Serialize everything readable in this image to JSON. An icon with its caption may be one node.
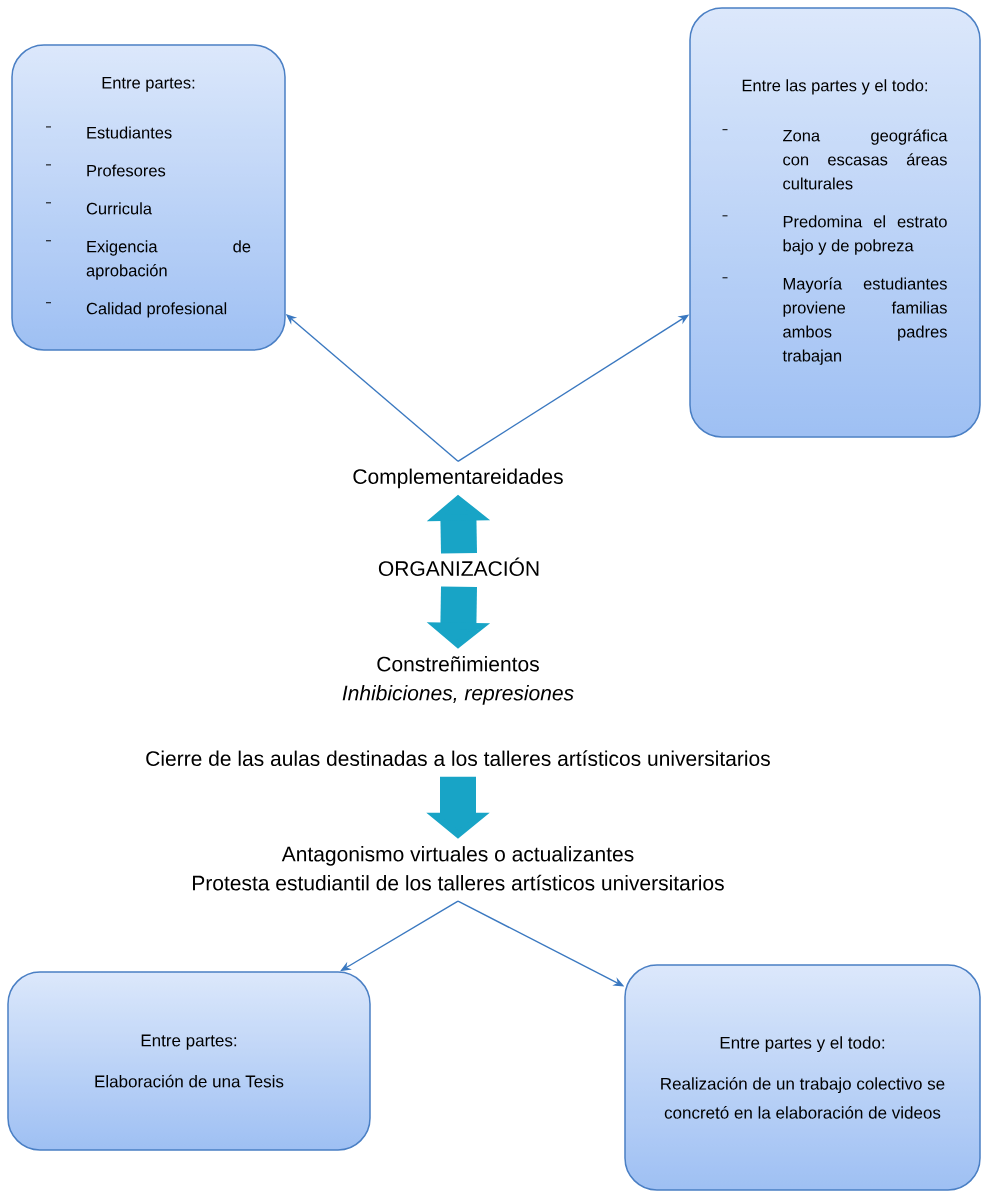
{
  "diagram": {
    "nodes": [
      {
        "text": [
          "Entre partes:",
          "Estudiantes",
          "Profesores",
          "Curricula",
          "Exigencia de aprobación",
          "Calidad profesional"
        ]
      },
      {
        "text": [
          "Entre las partes y el todo:",
          "Zona geográfica con escasas áreas culturales",
          "Predomina el estrato bajo y de pobreza",
          "Mayoría estudiantes proviene familias ambos padres trabajan"
        ]
      },
      {
        "text": [
          "Complementareidades"
        ]
      },
      {
        "text": [
          "ORGANIZACIÓN"
        ]
      },
      {
        "text": [
          "Constreñimientos",
          "Inhibiciones, represiones"
        ]
      },
      {
        "text": [
          "Cierre de las aulas destinadas a los talleres artísticos universitarios"
        ]
      },
      {
        "text": [
          "Antagonismo virtuales o actualizantes",
          "Protesta estudiantil de los talleres artísticos universitarios"
        ]
      },
      {
        "text": [
          "Entre partes:",
          "Elaboración de una Tesis"
        ]
      },
      {
        "text": [
          "Entre partes y el todo:",
          "Realización de un trabajo colectivo  se concretó en la elaboración de videos"
        ]
      }
    ],
    "edges": [
      {
        "from": 2,
        "to": 0,
        "arrow": "to"
      },
      {
        "from": 2,
        "to": 1,
        "arrow": "to"
      },
      {
        "from": 3,
        "to": 2,
        "arrow": "to",
        "style": "thick",
        "color": "#18a4c6"
      },
      {
        "from": 3,
        "to": 4,
        "arrow": "to",
        "style": "thick",
        "color": "#18a4c6"
      },
      {
        "from": 5,
        "to": 6,
        "arrow": "to",
        "style": "thick",
        "color": "#18a4c6"
      },
      {
        "from": 6,
        "to": 7,
        "arrow": "to"
      },
      {
        "from": 6,
        "to": 8,
        "arrow": "to"
      }
    ]
  }
}
